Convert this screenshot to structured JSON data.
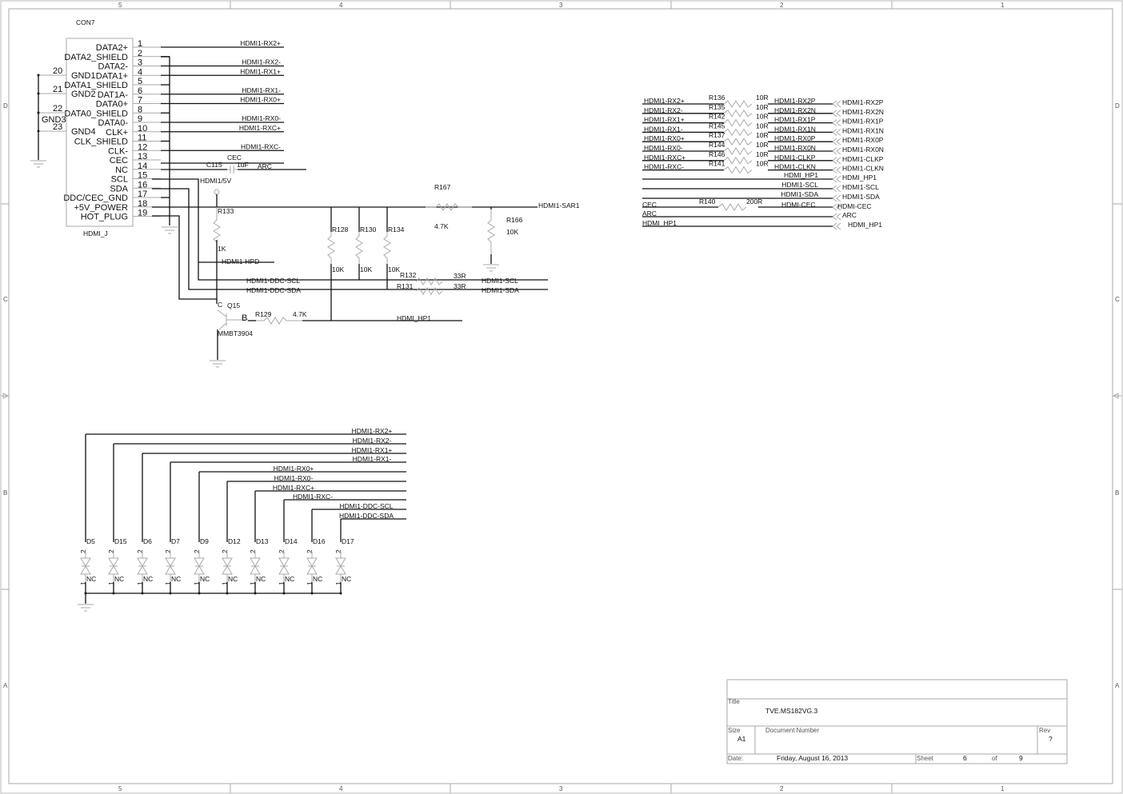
{
  "frame": {
    "columns": [
      "5",
      "4",
      "3",
      "2",
      "1"
    ],
    "rows": [
      "D",
      "C",
      "B",
      "A"
    ]
  },
  "connector": {
    "refdes": "CON7",
    "value": "HDMI_J",
    "right_pins": [
      {
        "num": "1",
        "name": "DATA2+",
        "net": "HDMI1-RX2+"
      },
      {
        "num": "2",
        "name": "DATA2_SHIELD",
        "net": ""
      },
      {
        "num": "3",
        "name": "DATA2-",
        "net": "HDMI1-RX2-"
      },
      {
        "num": "4",
        "name": "DATA1+",
        "net": "HDMI1-RX1+"
      },
      {
        "num": "5",
        "name": "DATA1_SHIELD",
        "net": ""
      },
      {
        "num": "6",
        "name": "DAT1A-",
        "net": "HDMI1-RX1-"
      },
      {
        "num": "7",
        "name": "DATA0+",
        "net": "HDMI1-RX0+"
      },
      {
        "num": "8",
        "name": "DATA0_SHIELD",
        "net": ""
      },
      {
        "num": "9",
        "name": "DATA0-",
        "net": "HDMI1-RX0-"
      },
      {
        "num": "10",
        "name": "CLK+",
        "net": "HDMI1-RXC+"
      },
      {
        "num": "11",
        "name": "CLK_SHIELD",
        "net": ""
      },
      {
        "num": "12",
        "name": "CLK-",
        "net": "HDMI1-RXC-"
      },
      {
        "num": "13",
        "name": "CEC",
        "net": "CEC"
      },
      {
        "num": "14",
        "name": "NC",
        "net": ""
      },
      {
        "num": "15",
        "name": "SCL",
        "net": ""
      },
      {
        "num": "16",
        "name": "SDA",
        "net": ""
      },
      {
        "num": "17",
        "name": "DDC/CEC_GND",
        "net": ""
      },
      {
        "num": "18",
        "name": "+5V_POWER",
        "net": ""
      },
      {
        "num": "19",
        "name": "HOT_PLUG",
        "net": ""
      }
    ],
    "left_pins": [
      {
        "num": "20",
        "name": "GND1"
      },
      {
        "num": "21",
        "name": "GND2"
      },
      {
        "num": "22",
        "name": "GND3"
      },
      {
        "num": "23",
        "name": "GND4"
      }
    ]
  },
  "cap": {
    "refdes": "C115",
    "value": "1uF",
    "net": "ARC"
  },
  "power": {
    "label": "HDMI1/5V"
  },
  "hpd": {
    "r133": {
      "refdes": "R133",
      "value": "1K"
    },
    "net_hpd": "HDMI1-HPD",
    "q15": {
      "refdes": "Q15",
      "part": "MMBT3904",
      "collector": "C",
      "base": "B"
    },
    "r129": {
      "refdes": "R129",
      "value": "4.7K"
    },
    "net_hp1": "HDMI_HP1"
  },
  "pullups": [
    {
      "refdes": "R128",
      "value": "10K"
    },
    {
      "refdes": "R130",
      "value": "10K"
    },
    {
      "refdes": "R134",
      "value": "10K"
    }
  ],
  "sar": {
    "r167": {
      "refdes": "R167",
      "value": "4.7K"
    },
    "r166": {
      "refdes": "R166",
      "value": "10K"
    },
    "net": "HDMI1-SAR1"
  },
  "ddc": {
    "scl_net": "HDMI1-DDC-SCL",
    "sda_net": "HDMI1-DDC-SDA",
    "r132": {
      "refdes": "R132",
      "value": "33R",
      "out": "HDMI1-SCL"
    },
    "r131": {
      "refdes": "R131",
      "value": "33R",
      "out": "HDMI1-SDA"
    }
  },
  "series_block": {
    "rows": [
      {
        "in": "HDMI1-RX2+",
        "refdes": "R136",
        "value": "10R",
        "out": "HDMI1-RX2P",
        "port": "HDMI1-RX2P"
      },
      {
        "in": "HDMI1-RX2-",
        "refdes": "R135",
        "value": "10R",
        "out": "HDMI1-RX2N",
        "port": "HDMI1-RX2N"
      },
      {
        "in": "HDMI1-RX1+",
        "refdes": "R142",
        "value": "10R",
        "out": "HDMI1-RX1P",
        "port": "HDMI1-RX1P"
      },
      {
        "in": "HDMI1-RX1-",
        "refdes": "R145",
        "value": "10R",
        "out": "HDMI1-RX1N",
        "port": "HDMI1-RX1N"
      },
      {
        "in": "HDMI1-RX0+",
        "refdes": "R137",
        "value": "10R",
        "out": "HDMI1-RX0P",
        "port": "HDMI1-RX0P"
      },
      {
        "in": "HDMI1-RX0-",
        "refdes": "R144",
        "value": "10R",
        "out": "HDMI1-RX0N",
        "port": "HDMI1-RX0N"
      },
      {
        "in": "HDMI1-RXC+",
        "refdes": "R146",
        "value": "10R",
        "out": "HDMI1-CLKP",
        "port": "HDMI1-CLKP"
      },
      {
        "in": "HDMI1-RXC-",
        "refdes": "R141",
        "value": "10R",
        "out": "HDMI1-CLKN",
        "port": "HDMI1-CLKN"
      }
    ],
    "wires": [
      {
        "out": "HDMI_HP1",
        "port": "HDMI_HP1"
      },
      {
        "out": "HDMI1-SCL",
        "port": "HDMI1-SCL"
      },
      {
        "out": "HDMI1-SDA",
        "port": "HDMI1-SDA"
      }
    ],
    "cec": {
      "in": "CEC",
      "refdes": "R140",
      "value": "200R",
      "out": "HDMI-CEC",
      "port": "HDMI-CEC"
    },
    "arc": {
      "in": "ARC",
      "port": "ARC"
    },
    "hp1": {
      "in": "HDMI_HP1",
      "port": "HDMI_HP1"
    }
  },
  "esd": {
    "nets": [
      "HDMI1-RX2+",
      "HDMI1-RX2-",
      "HDMI1-RX1+",
      "HDMI1-RX1-",
      "HDMI1-RX0+",
      "HDMI1-RX0-",
      "HDMI1-RXC+",
      "HDMI1-RXC-",
      "HDMI1-DDC-SCL",
      "HDMI1-DDC-SDA"
    ],
    "diodes": [
      "D5",
      "D15",
      "D6",
      "D7",
      "D9",
      "D12",
      "D13",
      "D14",
      "D16",
      "D17"
    ],
    "pin2": "2",
    "pin1": "1",
    "nc": "NC"
  },
  "titleblock": {
    "title_label": "Title",
    "title": "TVE.MS182VG.3",
    "size_label": "Size",
    "size": "A1",
    "docnum_label": "Document Number",
    "rev_label": "Rev",
    "rev": "?",
    "date_label": "Date:",
    "date": "Friday, August 16, 2013",
    "sheet_label": "Sheet",
    "sheet": "6",
    "of_label": "of",
    "total": "9"
  }
}
